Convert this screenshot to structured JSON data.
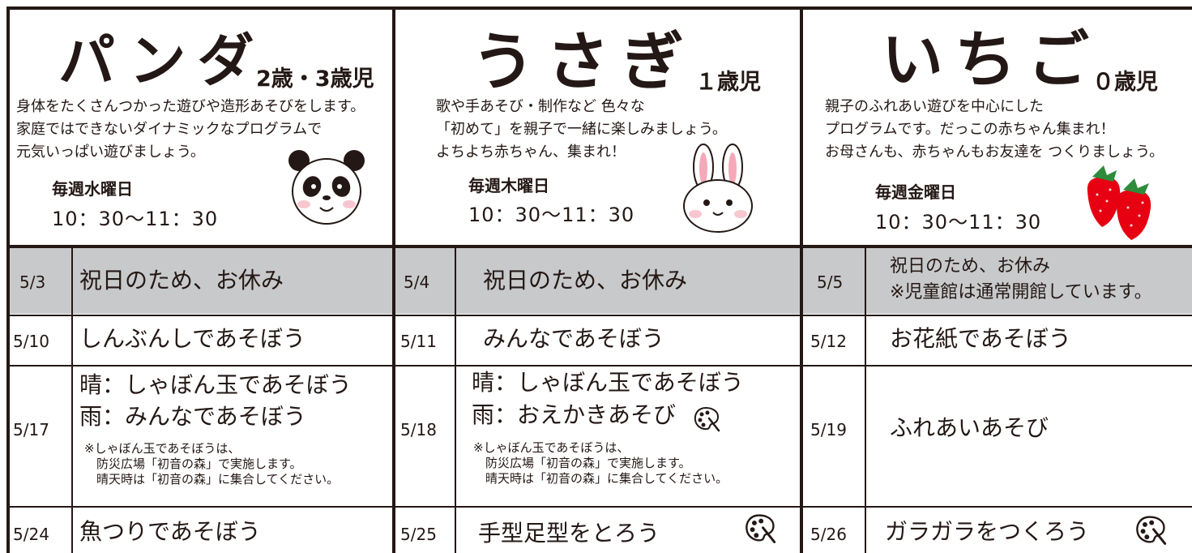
{
  "colors": {
    "ink": "#231815",
    "holiday_row": "#c8c9ca"
  },
  "classes": [
    {
      "name": "パンダ",
      "age": "2歳・3歳児",
      "description": "身体をたくさんつかった遊びや造形あそびをします。\n家庭ではできないダイナミックなプログラムで\n元気いっぱい遊びましょう。",
      "weekday": "毎週水曜日",
      "time": "10：30～11：30",
      "mascot": "panda-icon"
    },
    {
      "name": "うさぎ",
      "age": "１歳児",
      "description": "歌や手あそび・制作など  色々な\n「初めて」を親子で一緒に楽しみましょう。\nよちよち赤ちゃん、集まれ！",
      "weekday": "毎週木曜日",
      "time": "10：30～11：30",
      "mascot": "rabbit-icon"
    },
    {
      "name": "いちご",
      "age": "０歳児",
      "description": "親子のふれあい遊びを中心にした\nプログラムです。だっこの赤ちゃん集まれ！\nお母さんも、赤ちゃんもお友達を  つくりましょう。",
      "weekday": "毎週金曜日",
      "time": "10：30～11：30",
      "mascot": "strawberry-icon"
    }
  ],
  "schedule": {
    "panda": [
      {
        "date": "5/3",
        "event": "祝日のため、お休み"
      },
      {
        "date": "5/10",
        "event": "しんぶんしであそぼう"
      },
      {
        "date": "5/17",
        "event_line1": "晴：しゃぼん玉であそぼう",
        "event_line2": "雨：みんなであそぼう",
        "note": "※しゃぼん玉であそぼうは、\n　防災広場「初音の森」で実施します。\n　晴天時は「初音の森」に集合してください。"
      },
      {
        "date": "5/24",
        "event": "魚つりであそぼう"
      }
    ],
    "usagi": [
      {
        "date": "5/4",
        "event": "祝日のため、お休み"
      },
      {
        "date": "5/11",
        "event": "みんなであそぼう"
      },
      {
        "date": "5/18",
        "event_line1": "晴：しゃぼん玉であそぼう",
        "event_line2": "雨：おえかきあそび",
        "note": "※しゃぼん玉であそぼうは、\n　防災広場「初音の森」で実施します。\n　晴天時は「初音の森」に集合してください。"
      },
      {
        "date": "5/25",
        "event": "手型足型をとろう"
      }
    ],
    "ichigo": [
      {
        "date": "5/5",
        "event_line1": "祝日のため、お休み",
        "event_line2": "※児童館は通常開館しています。"
      },
      {
        "date": "5/12",
        "event": "お花紙であそぼう"
      },
      {
        "date": "5/19",
        "event": "ふれあいあそび"
      },
      {
        "date": "5/26",
        "event": "ガラガラをつくろう"
      }
    ]
  }
}
